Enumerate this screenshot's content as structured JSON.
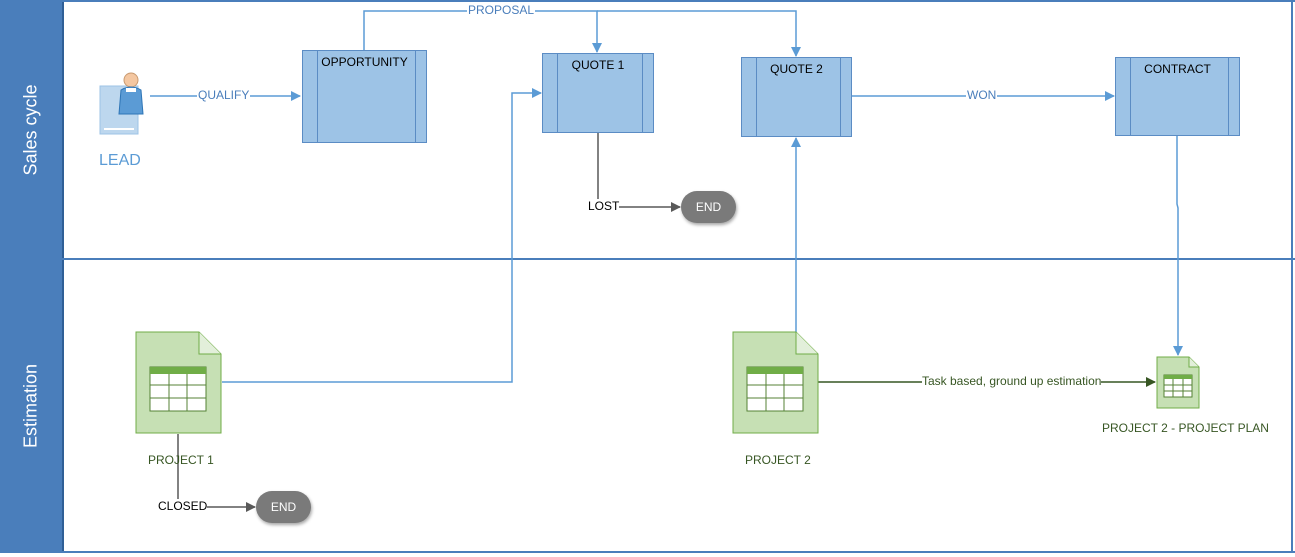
{
  "lanes": {
    "sales": "Sales cycle",
    "estimation": "Estimation"
  },
  "nodes": {
    "lead": "LEAD",
    "opportunity": "OPPORTUNITY",
    "quote1": "QUOTE 1",
    "quote2": "QUOTE 2",
    "contract": "CONTRACT",
    "end_sales": "END",
    "end_estimation": "END",
    "project1": "PROJECT 1",
    "project2": "PROJECT 2",
    "project_plan": "PROJECT 2 - PROJECT PLAN"
  },
  "edges": {
    "qualify": "QUALIFY",
    "proposal": "PROPOSAL",
    "lost": "LOST",
    "won": "WON",
    "closed": "CLOSED",
    "estimation": "Task based, ground up estimation"
  },
  "colors": {
    "lane_header": "#4a7ebb",
    "process_box": "#9dc3e6",
    "connector": "#5b9bd5",
    "end_node": "#7a7a7a",
    "document": "#a9d08e",
    "green_connector": "#375623"
  }
}
